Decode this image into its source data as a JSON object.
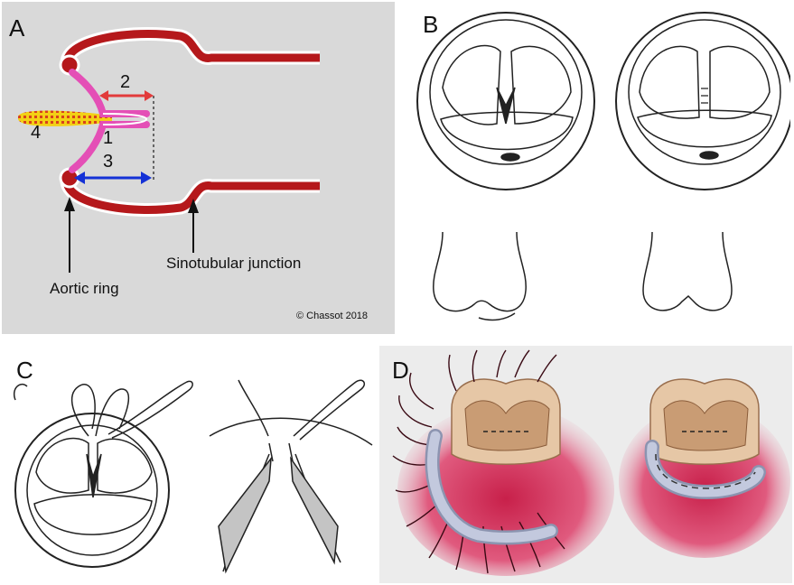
{
  "panel_a": {
    "letter": "A",
    "numbers": {
      "n1": "1",
      "n2": "2",
      "n3": "3",
      "n4": "4"
    },
    "label_aortic_ring": "Aortic ring",
    "label_sinotubular": "Sinotubular junction",
    "copyright": "© Chassot 2018",
    "colors": {
      "background": "#d9d9d9",
      "wall": "#b5181b",
      "leaflet": "#e44fb6",
      "arrow_red": "#e23b3b",
      "arrow_blue": "#1431d6",
      "vegetation": "#f1c40f"
    }
  },
  "panel_b": {
    "letter": "B"
  },
  "panel_c": {
    "letter": "C"
  },
  "panel_d": {
    "letter": "D"
  }
}
